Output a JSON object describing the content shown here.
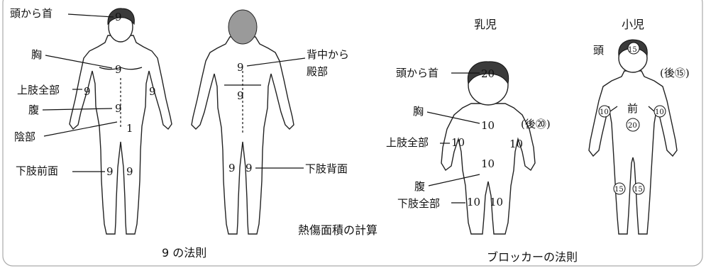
{
  "rule_of_nines": {
    "title": "9 の法則",
    "labels": {
      "head_neck": "頭から首",
      "chest": "胸",
      "upper_limb": "上肢全部",
      "abdomen": "腹",
      "genital": "陰部",
      "lower_front": "下肢前面",
      "back_buttocks_1": "背中から",
      "back_buttocks_2": "殿部",
      "lower_back": "下肢背面"
    },
    "values": {
      "head": "9",
      "chest": "9",
      "arm_left": "9",
      "arm_right": "9",
      "abdomen": "9",
      "genital": "1",
      "leg_front_l": "9",
      "leg_front_r": "9",
      "back_upper": "9",
      "back_lower": "9",
      "leg_back_l": "9",
      "leg_back_r": "9"
    }
  },
  "center_caption": "熱傷面積の計算",
  "lund_browder": {
    "title": "ブロッカーの法則",
    "infant": {
      "heading": "乳児",
      "labels": {
        "head_neck": "頭から首",
        "chest": "胸",
        "upper_limb": "上肢全部",
        "abdomen": "腹",
        "lower_limb": "下肢全部",
        "back": "(後⑳)"
      },
      "values": {
        "head": "20",
        "chest": "10",
        "arm_l": "10",
        "arm_r": "10",
        "abdomen": "10",
        "leg_l": "10",
        "leg_r": "10"
      }
    },
    "child": {
      "heading": "小児",
      "labels": {
        "head": "頭",
        "front": "前",
        "back": "(後⑮)"
      },
      "values": {
        "head": "15",
        "arm_l": "10",
        "arm_r": "10",
        "front": "20",
        "leg_l": "15",
        "leg_r": "15"
      }
    }
  }
}
